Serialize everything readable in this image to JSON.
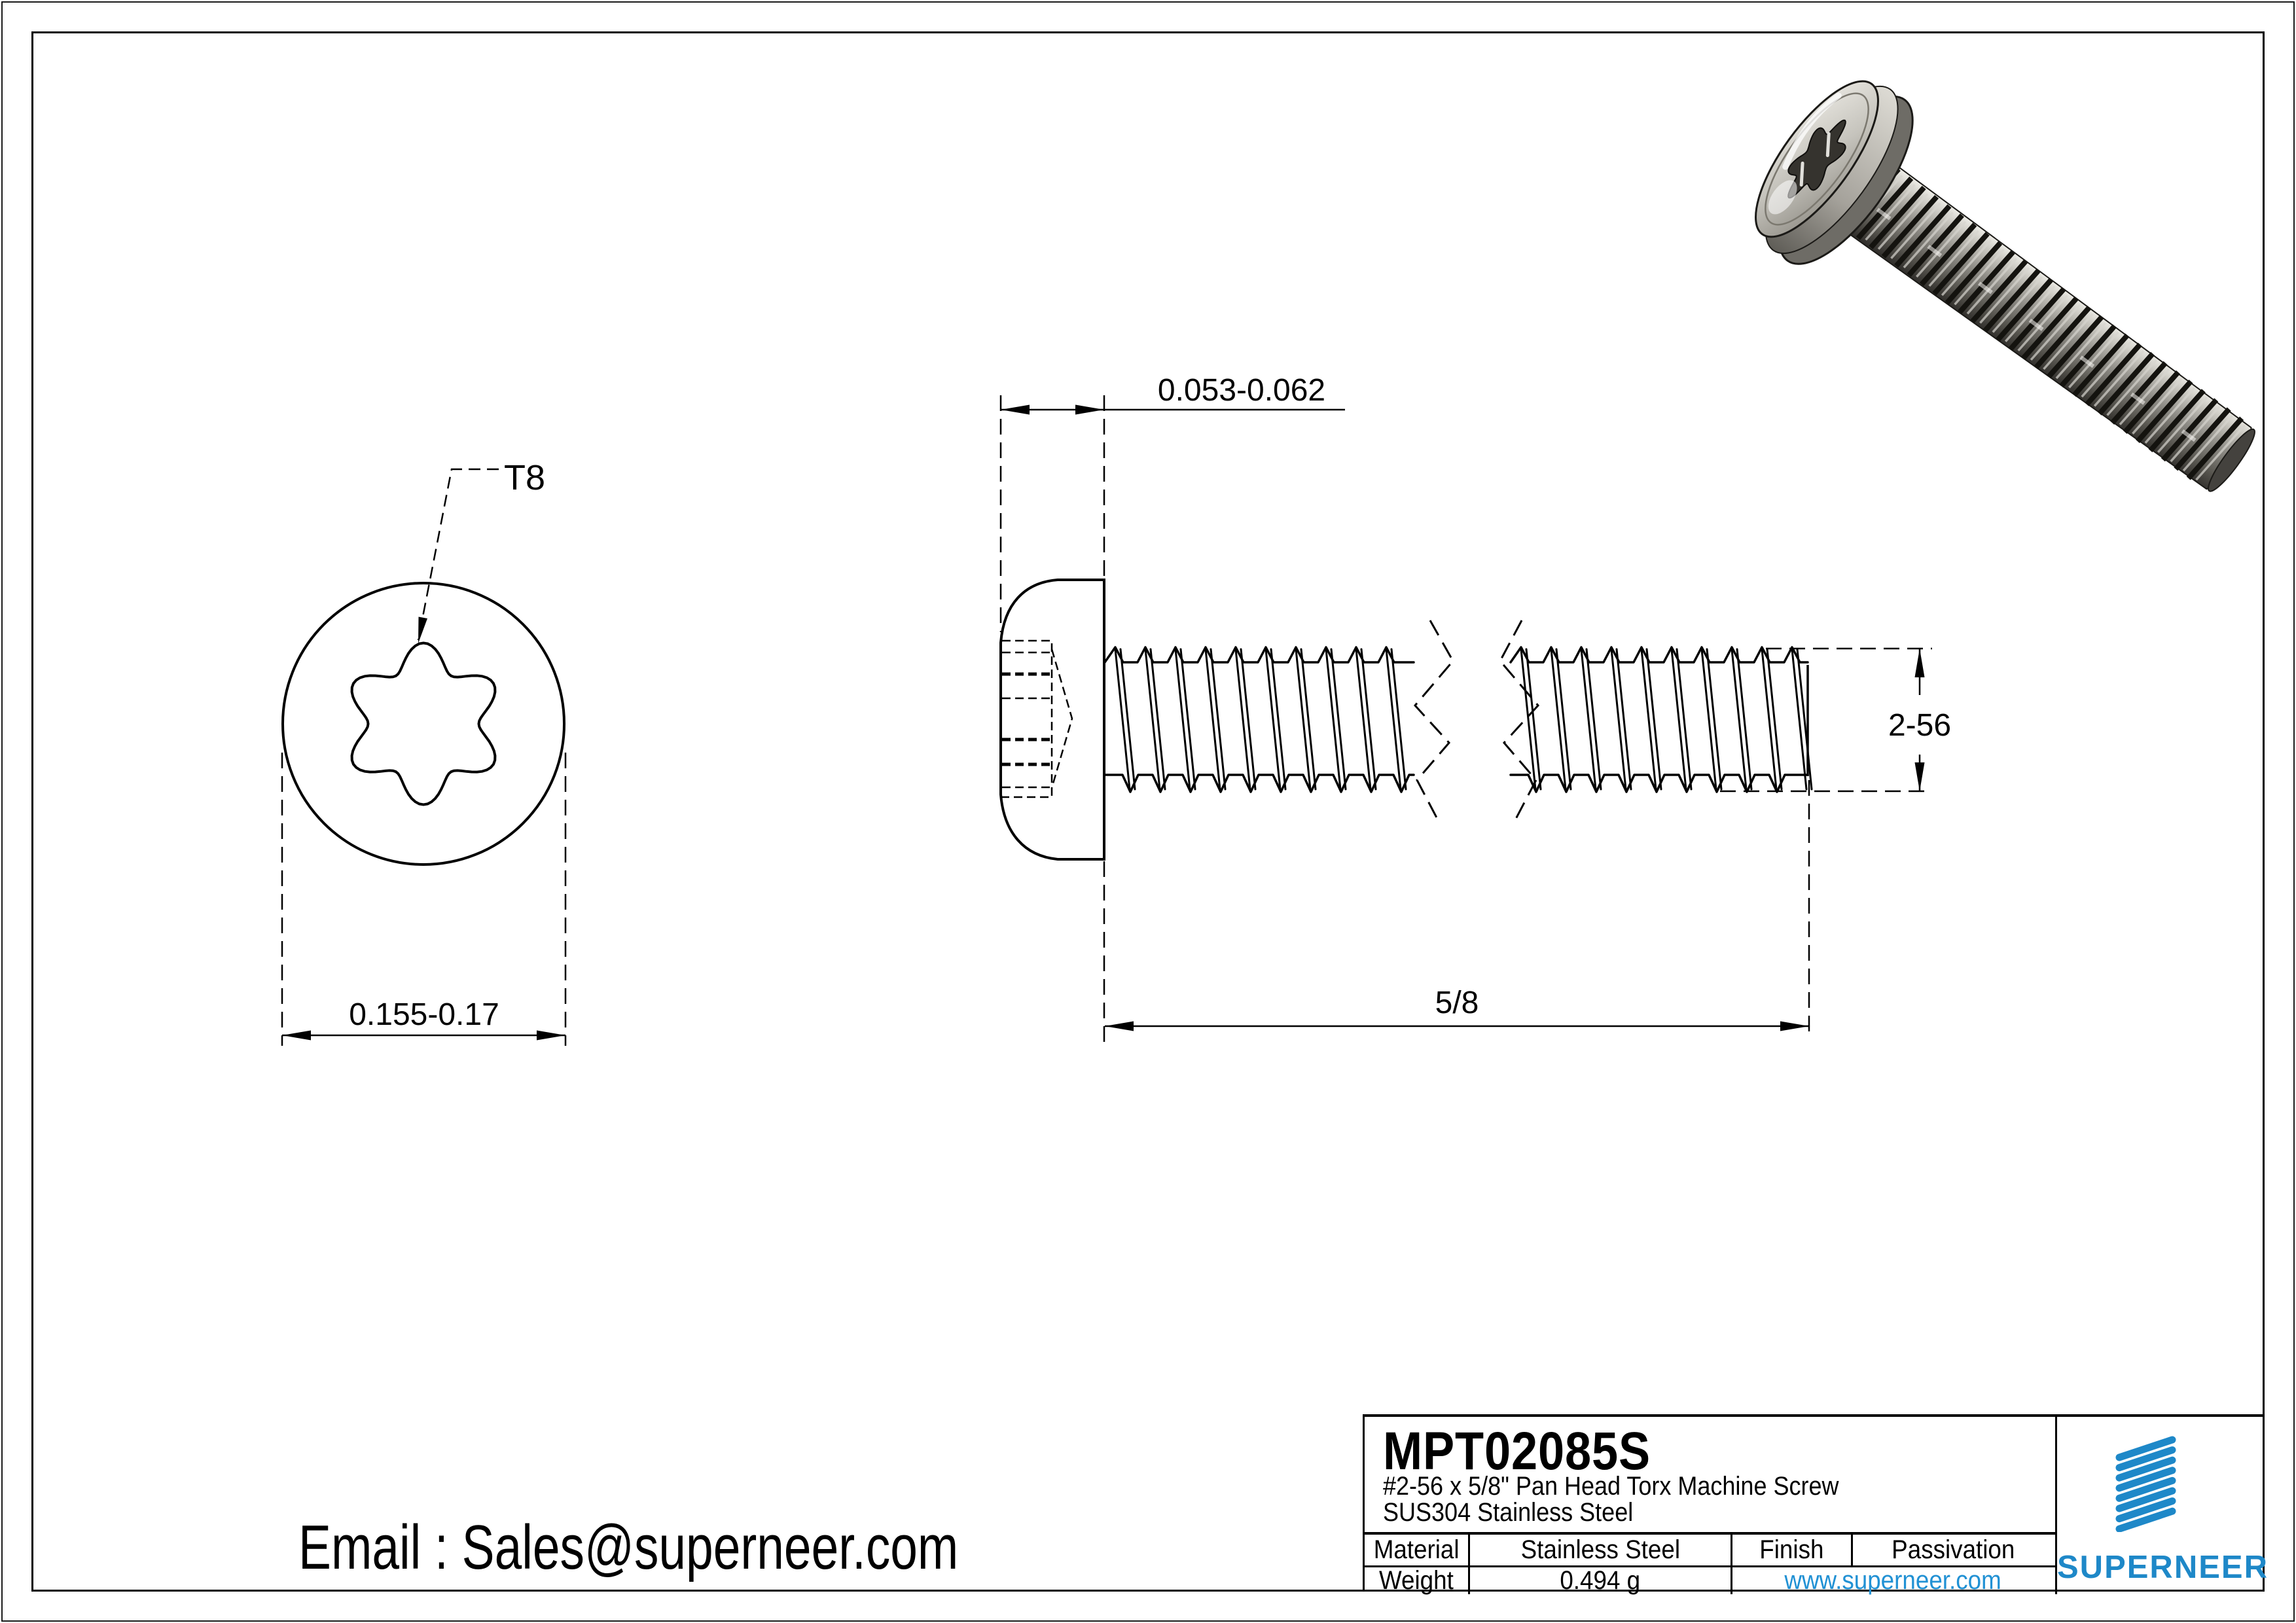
{
  "page": {
    "background": "#ffffff",
    "line_color": "#000000",
    "accent_blue": "#1e88c8",
    "link_blue": "#2191d4"
  },
  "front_view": {
    "torx_label": "T8",
    "diameter_dim": "0.155-0.17"
  },
  "side_view": {
    "head_height_dim": "0.053-0.062",
    "thread_dim": "2-56",
    "length_dim": "5/8"
  },
  "title_block": {
    "part_number": "MPT02085S",
    "description_line1": "#2-56 x 5/8\" Pan Head Torx Machine Screw",
    "description_line2": "SUS304 Stainless Steel",
    "material_label": "Material",
    "material_value": "Stainless Steel",
    "finish_label": "Finish",
    "finish_value": "Passivation",
    "weight_label": "Weight",
    "weight_value": "0.494 g",
    "website": "www.superneer.com",
    "brand": "SUPERNEER"
  },
  "footer": {
    "email": "Email : Sales@superneer.com"
  }
}
